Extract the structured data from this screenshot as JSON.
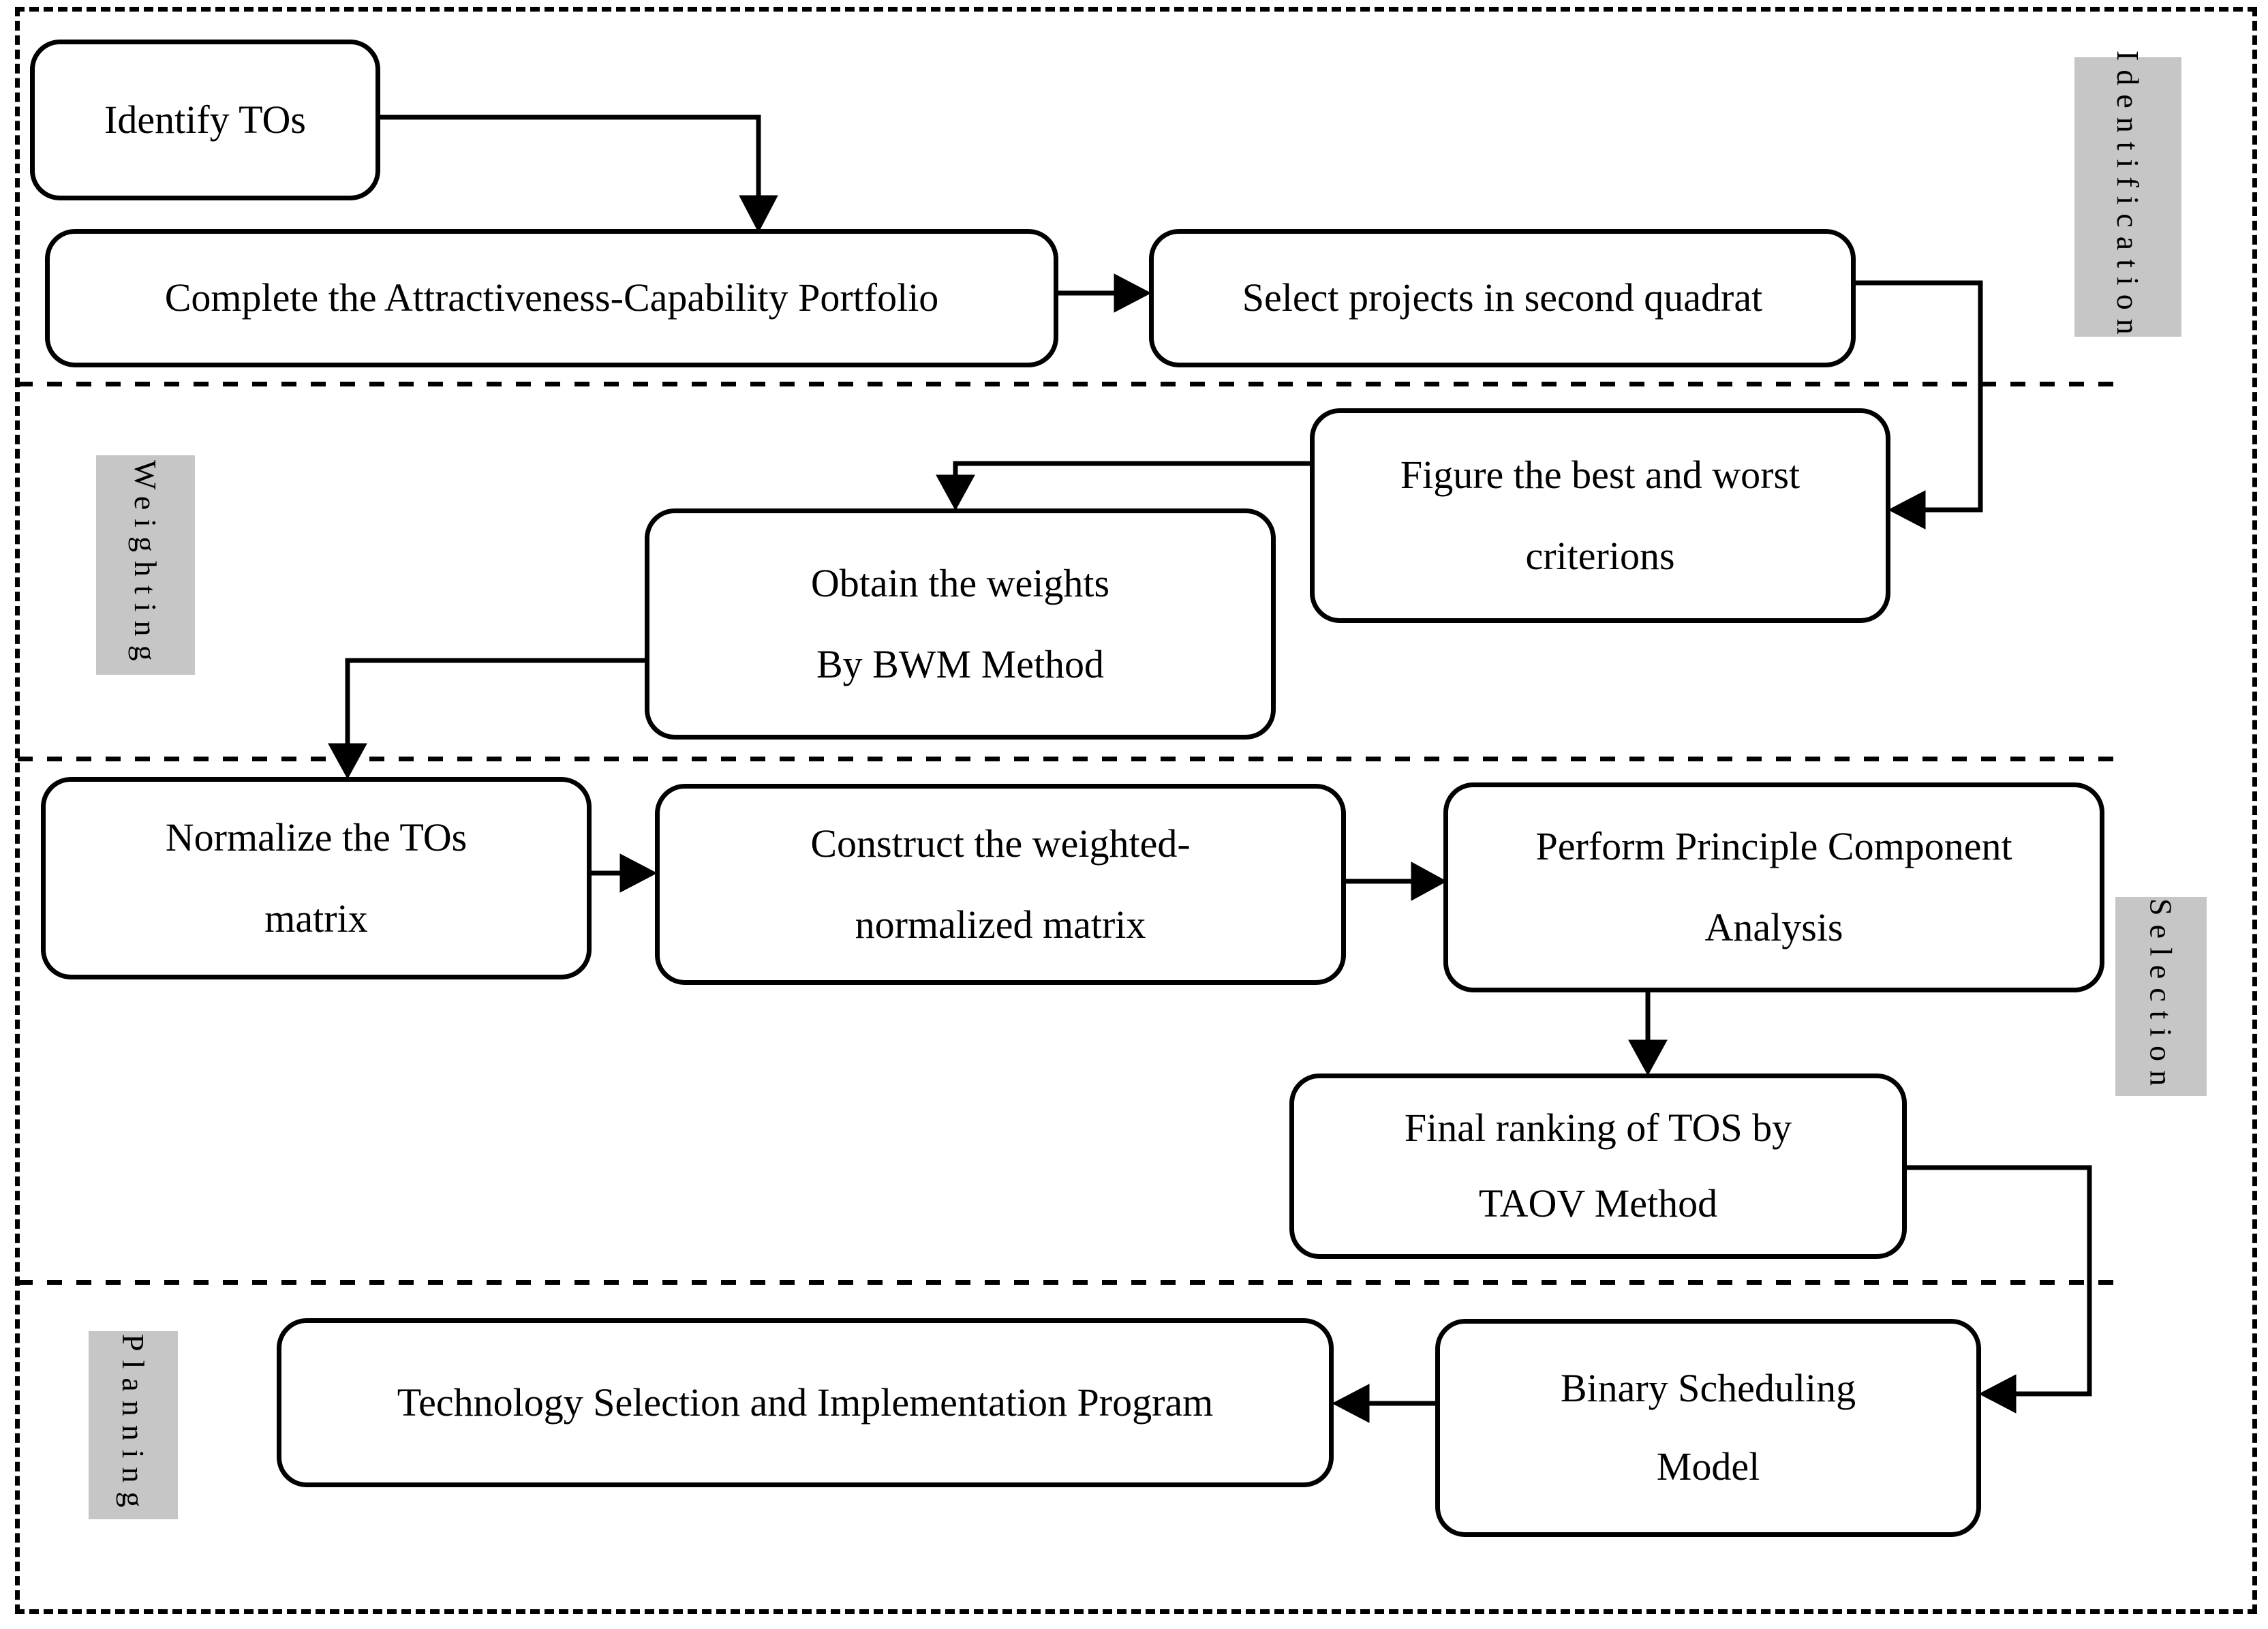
{
  "sections": {
    "identification": {
      "label": "Identification"
    },
    "weighting": {
      "label": "Weighting"
    },
    "selection": {
      "label": "Selection"
    },
    "planning": {
      "label": "Planning"
    }
  },
  "boxes": {
    "identify_tos": {
      "lines": [
        "Identify TOs"
      ]
    },
    "complete_portfolio": {
      "lines": [
        "Complete the Attractiveness-Capability Portfolio"
      ]
    },
    "select_projects": {
      "lines": [
        "Select projects in second quadrat"
      ]
    },
    "figure_best_worst": {
      "lines": [
        "Figure the best and worst",
        "criterions"
      ]
    },
    "obtain_weights": {
      "lines": [
        "Obtain the weights",
        "By BWM Method"
      ]
    },
    "normalize_matrix": {
      "lines": [
        "Normalize the TOs",
        "matrix"
      ]
    },
    "construct_matrix": {
      "lines": [
        "Construct the weighted-",
        "normalized matrix"
      ]
    },
    "perform_pca": {
      "lines": [
        "Perform Principle Component",
        "Analysis"
      ]
    },
    "final_ranking": {
      "lines": [
        "Final ranking of TOS by",
        "TAOV Method"
      ]
    },
    "binary_scheduling": {
      "lines": [
        "Binary Scheduling",
        "Model"
      ]
    },
    "technology_program": {
      "lines": [
        "Technology Selection and Implementation Program"
      ]
    }
  },
  "colors": {
    "background": "#ffffff",
    "line": "#000000",
    "text": "#000000",
    "label_background": "#c6c6c6"
  }
}
